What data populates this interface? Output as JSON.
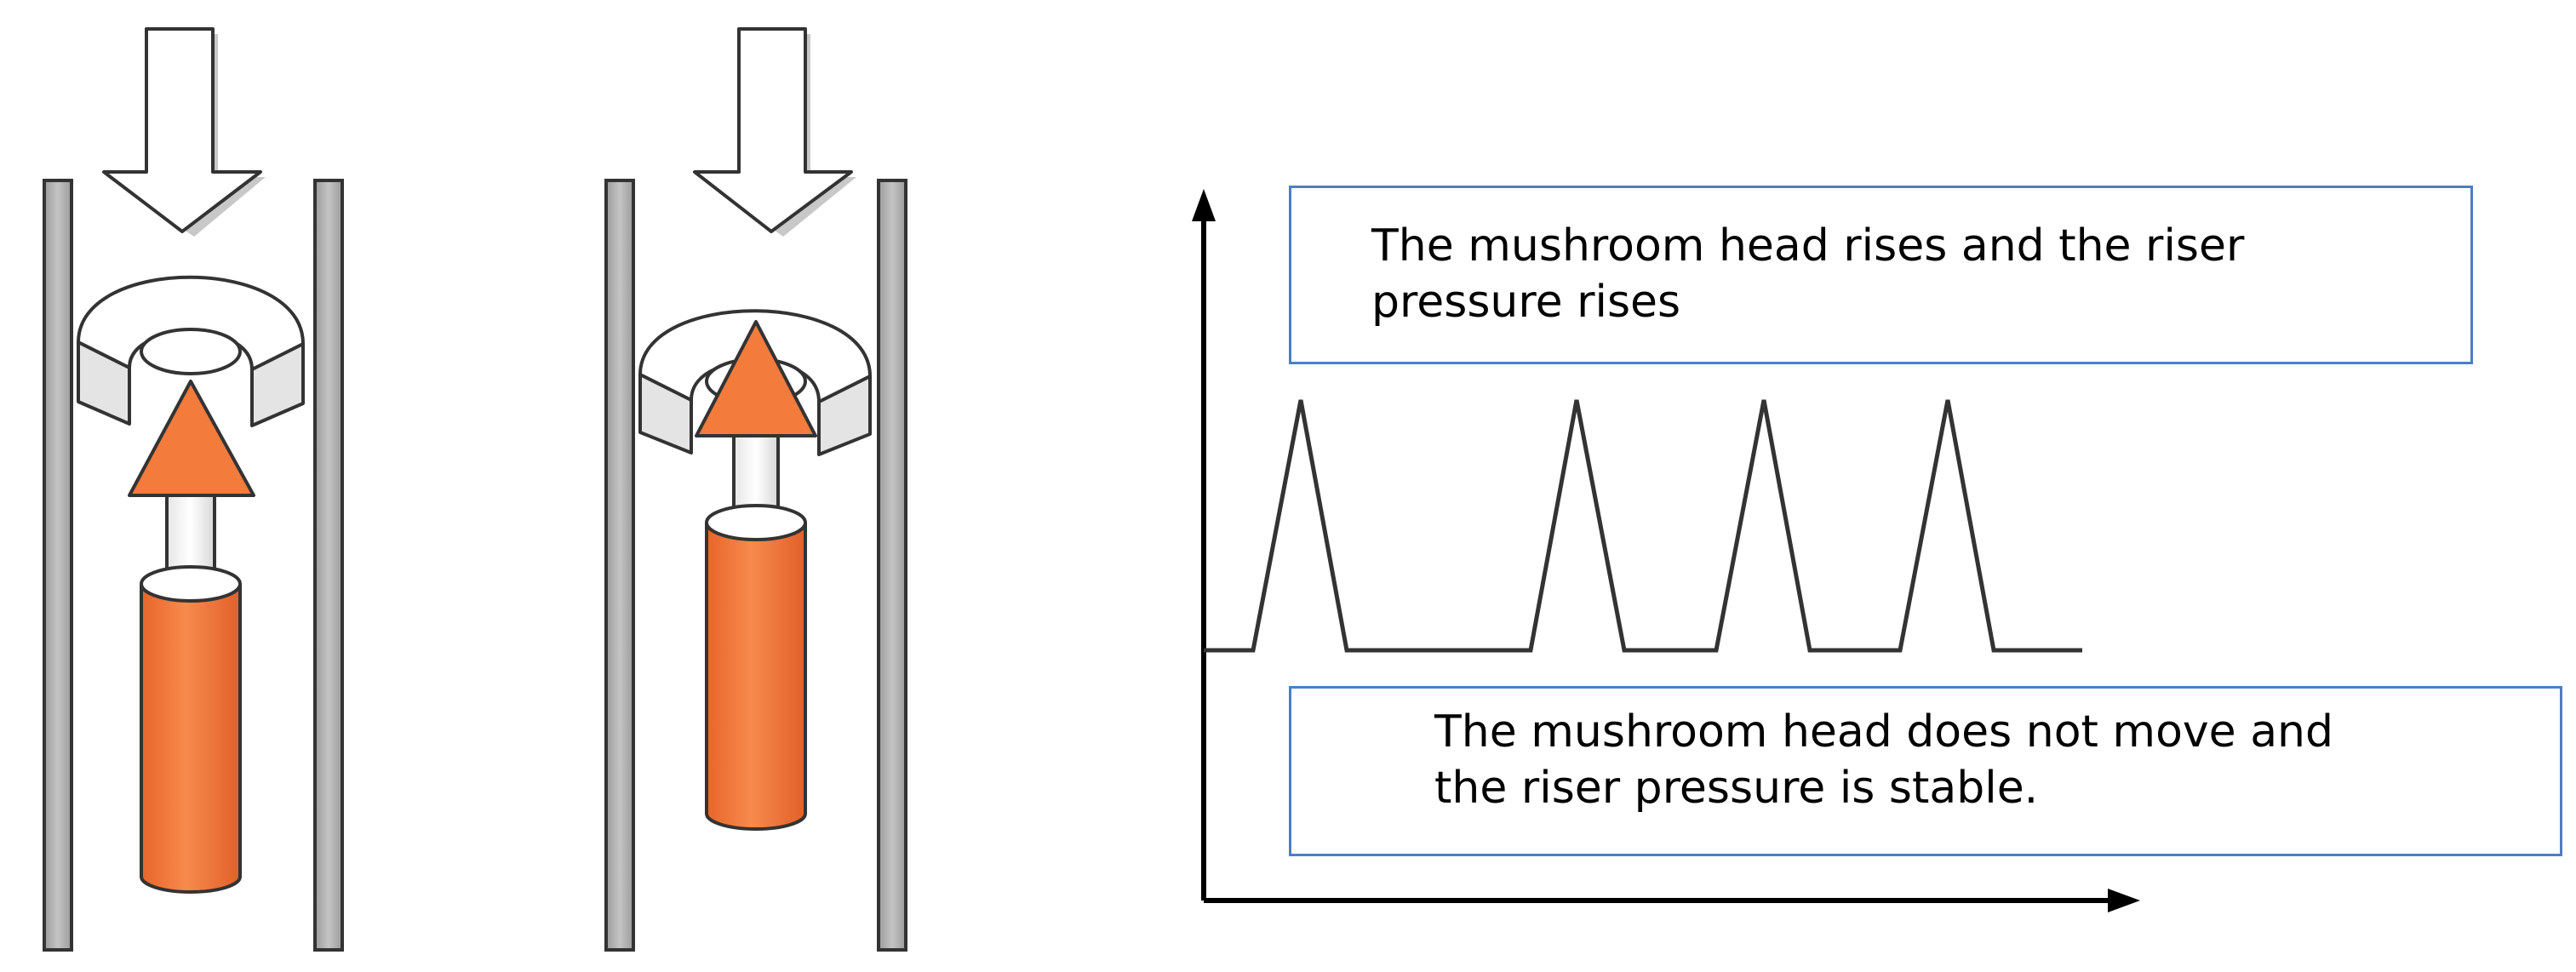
{
  "diagram": {
    "callouts": {
      "top": {
        "line1": "The mushroom head rises and the riser",
        "line2": "pressure rises"
      },
      "bottom": {
        "line1": "The mushroom head does not move and",
        "line2": "the riser pressure is stable."
      }
    },
    "colors": {
      "piston": "#f37b3b",
      "riser_wall": "#a8a8a8",
      "outline": "#333333",
      "callout_border": "#4a7fc4"
    }
  }
}
